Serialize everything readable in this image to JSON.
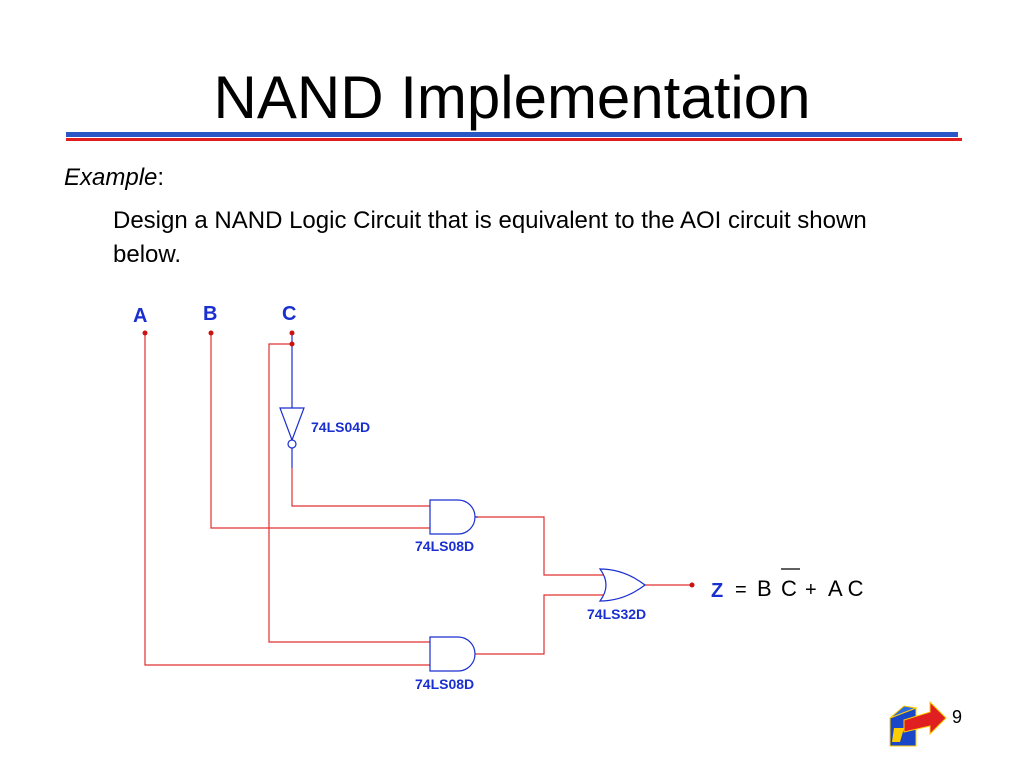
{
  "slide": {
    "title": "NAND Implementation",
    "example_label": "Example",
    "example_colon": ":",
    "body": "Design a NAND Logic Circuit that is equivalent to the AOI circuit shown below.",
    "page_number": "9"
  },
  "circuit": {
    "inputs": [
      "A",
      "B",
      "C"
    ],
    "inverter_label": "74LS04D",
    "and_gate_top_label": "74LS08D",
    "and_gate_bottom_label": "74LS08D",
    "or_gate_label": "74LS32D",
    "output_var": "Z",
    "equation": {
      "equals": "=",
      "term1_a": "B",
      "term1_b": "C",
      "plus": "+",
      "term2": "A C"
    },
    "colors": {
      "wire": "#e03030",
      "gate": "#1a2fd0",
      "node": "#cc1111"
    }
  }
}
